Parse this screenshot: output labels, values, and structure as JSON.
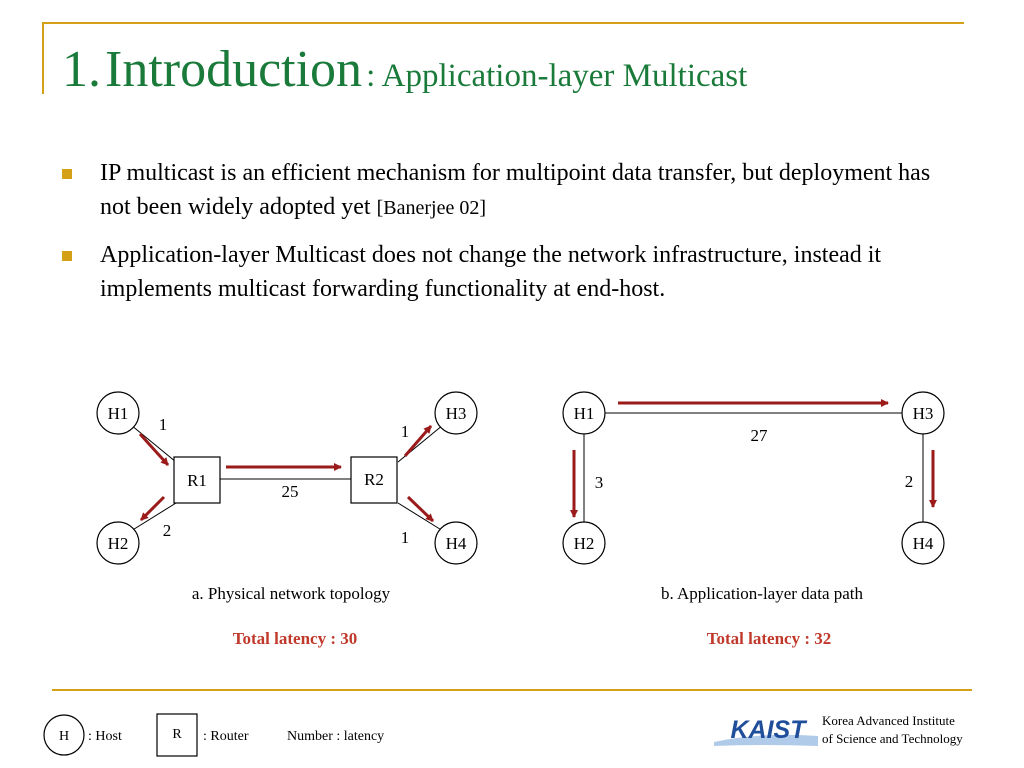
{
  "title": {
    "number": "1.",
    "main": "Introduction",
    "subtitle": ": Application-layer Multicast"
  },
  "bullets": [
    {
      "text": "IP multicast is an efficient mechanism for multipoint data transfer, but deployment has not been widely adopted yet",
      "citation": "[Banerjee 02]"
    },
    {
      "text": "Application-layer Multicast does not change the network infrastructure, instead it implements multicast forwarding functionality at end-host.",
      "citation": ""
    }
  ],
  "diagram_a": {
    "nodes": {
      "h1": "H1",
      "h2": "H2",
      "h3": "H3",
      "h4": "H4",
      "r1": "R1",
      "r2": "R2"
    },
    "edges": {
      "h1_r1": "1",
      "r1_h2": "2",
      "r1_r2": "25",
      "r2_h3": "1",
      "r2_h4": "1"
    },
    "caption": "a. Physical network topology",
    "latency": "Total latency : 30"
  },
  "diagram_b": {
    "nodes": {
      "h1": "H1",
      "h2": "H2",
      "h3": "H3",
      "h4": "H4"
    },
    "edges": {
      "h1_h3": "27",
      "h1_h2": "3",
      "h3_h4": "2"
    },
    "caption": "b. Application-layer data path",
    "latency": "Total latency : 32"
  },
  "legend": {
    "host_symbol": "H",
    "host_label": ": Host",
    "router_symbol": "R",
    "router_label": ": Router",
    "number_label": "Number : latency"
  },
  "footer": {
    "logo": "KAIST",
    "institute_line1": "Korea Advanced Institute",
    "institute_line2": "of  Science and Technology"
  },
  "colors": {
    "title": "#1a7a3a",
    "accent": "#d4a017",
    "arrow": "#9b1b1b",
    "latency": "#c0392b",
    "logo": "#1f4e9a"
  }
}
